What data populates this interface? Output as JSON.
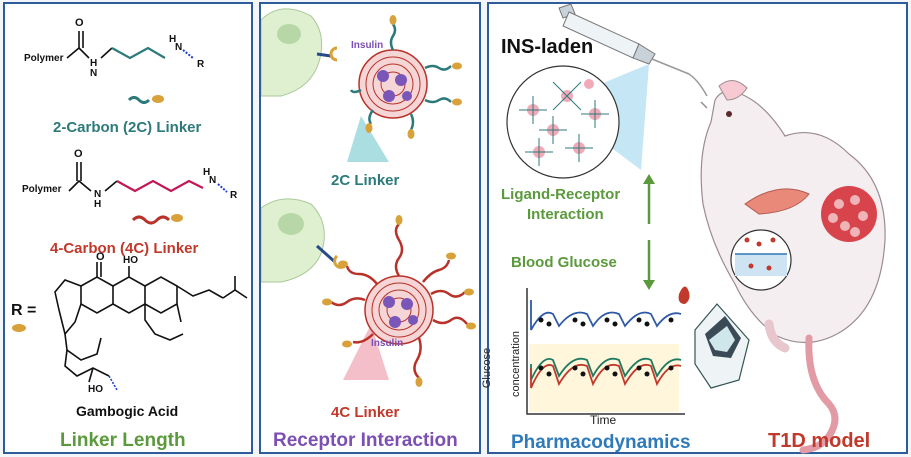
{
  "panel_linker": {
    "polymer_label_1": "Polymer",
    "polymer_label_2": "Polymer",
    "atom_O": "O",
    "atom_H": "H",
    "atom_N": "N",
    "atom_R": "R",
    "atom_HO": "HO",
    "two_carbon": "2-Carbon (2C) Linker",
    "four_carbon": "4-Carbon (4C) Linker",
    "r_equals": "R  =",
    "gambogic": "Gambogic Acid",
    "footer": "Linker Length"
  },
  "panel_receptor": {
    "insulin_1": "Insulin",
    "insulin_2": "Insulin",
    "two_c": "2C Linker",
    "four_c": "4C Linker",
    "footer": "Receptor Interaction"
  },
  "panel_pd": {
    "ins_laden": "INS-laden",
    "ligand_receptor_1": "Ligand-Receptor",
    "ligand_receptor_2": "Interaction",
    "blood_glucose": "Blood Glucose",
    "ylabel_1": "Glucose",
    "ylabel_2": "concentration",
    "xlabel": "Time",
    "footer_pd": "Pharmacodynamics",
    "footer_t1d": "T1D model"
  },
  "colors": {
    "border": "#2e5b9c",
    "teal": "#2c7a7b",
    "red": "#c0392b",
    "green": "#5b9a3c",
    "purple": "#7b4fb3",
    "blue": "#2f7ab9"
  }
}
